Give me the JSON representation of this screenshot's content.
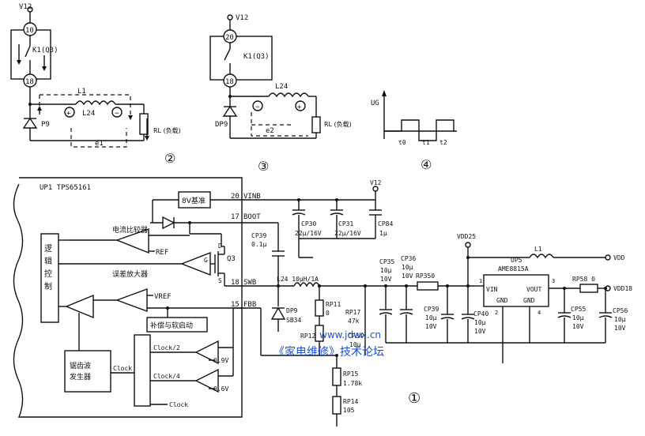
{
  "fig2": {
    "v12": "V12",
    "pin_top": "10",
    "pin_bot": "18",
    "switch": "K1(Q3)",
    "l1": "L1",
    "l24": "L24",
    "diode": "P9",
    "rl": "RL (负载)",
    "e1": "e1",
    "num": "②"
  },
  "fig3": {
    "v12": "V12",
    "pin_top": "20",
    "pin_bot": "18",
    "switch": "K1(Q3)",
    "l24": "L24",
    "diode": "DP9",
    "rl": "RL (负载)",
    "e2": "e2",
    "num": "③"
  },
  "fig4": {
    "ylabel": "UG",
    "t0": "t0",
    "t1": "t1",
    "t2": "t2",
    "num": "④"
  },
  "fig1": {
    "ic": "UP1 TPS65161",
    "v12": "V12",
    "vdd25": "VDD25",
    "vdd": "VDD",
    "vdd18": "VDD18",
    "pins": {
      "p20": "20",
      "vinb": "VINB",
      "p17": "17",
      "boot": "BOOT",
      "p18": "18",
      "swb": "SWB",
      "p15": "15",
      "fbb": "FBB"
    },
    "blocks": {
      "ref8v": "8V基准",
      "comp": "电流比较器",
      "ref": "REF",
      "logic": [
        "逻",
        "辑",
        "控",
        "制"
      ],
      "erramp": "误差放大器",
      "vref": "VREF",
      "softstart": "补偿与软启动",
      "sawtooth": [
        "锯齿波",
        "发生器"
      ],
      "clock": "Clock",
      "clock2": "Clock/2",
      "clock4": "Clock/4",
      "v09": "0.9V",
      "v06": "0.6V",
      "clock_b": "Clock",
      "d": "D",
      "g": "G",
      "s": "S",
      "q3": "Q3"
    },
    "parts": {
      "cp30": "CP30",
      "cp30v": "22μ/16V",
      "cp31": "CP31",
      "cp31v": "22μ/16V",
      "cp84": "CP84",
      "cp84v": "1μ",
      "cp39": "CP39",
      "cp39v": "0.1μ",
      "l24": "L24 10μH/1A",
      "dp9": "DP9",
      "dp9v": "SB34",
      "rp11": "RP11",
      "rp11v": "0",
      "rp12": "RP12",
      "rp17": "RP17",
      "rp17v": "47k",
      "cp34": "CP34",
      "cp34v": "10μ",
      "cp35": "CP35",
      "cp35a": "10μ",
      "cp35b": "10V",
      "cp36": "CP36",
      "cp36a": "10μ",
      "cp36b": "10V",
      "rp350": "RP350",
      "cp39b": "CP39",
      "cp39ba": "10μ",
      "cp39bb": "10V",
      "cp40": "CP40",
      "cp40a": "10μ",
      "cp40b": "10V",
      "rp15": "RP15",
      "rp15v": "1.78k",
      "rp14": "RP14",
      "rp14v": "105",
      "l1": "L1",
      "up5": "UP5",
      "up5v": "AME8815A",
      "vin": "VIN",
      "vout": "VOUT",
      "gnd1": "GND",
      "gnd2": "GND",
      "pin1": "1",
      "pin2": "2",
      "pin3": "3",
      "pin4": "4",
      "rp58": "RP58 0",
      "cp55": "CP55",
      "cp55a": "10μ",
      "cp55b": "10V",
      "cp56": "CP56",
      "cp56a": "10μ",
      "cp56b": "10V"
    },
    "num": "①"
  },
  "watermark": {
    "url": "www.jdwx.cn",
    "forum": "《家电维修》技术论坛"
  }
}
